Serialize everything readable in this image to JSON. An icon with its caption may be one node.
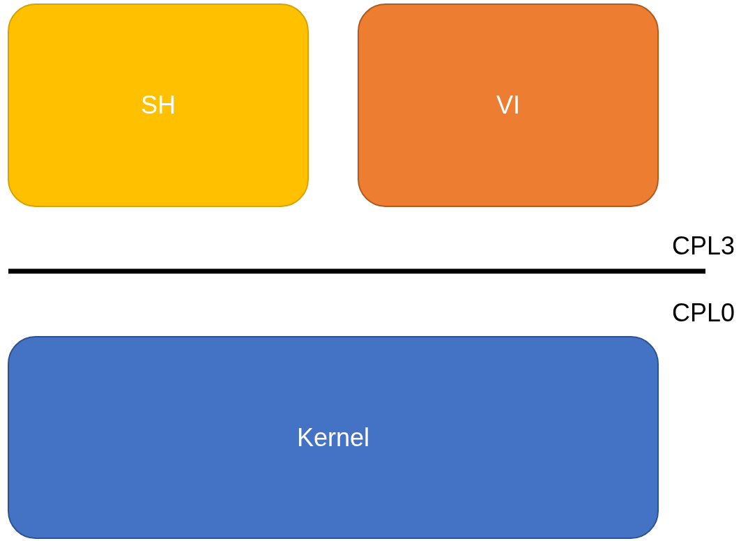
{
  "diagram": {
    "nodes": [
      {
        "text": [
          "SH"
        ]
      },
      {
        "text": [
          "VI"
        ]
      },
      {
        "text": [
          "Kernel"
        ]
      }
    ],
    "labels": [
      "CPL3",
      "CPL0"
    ]
  }
}
